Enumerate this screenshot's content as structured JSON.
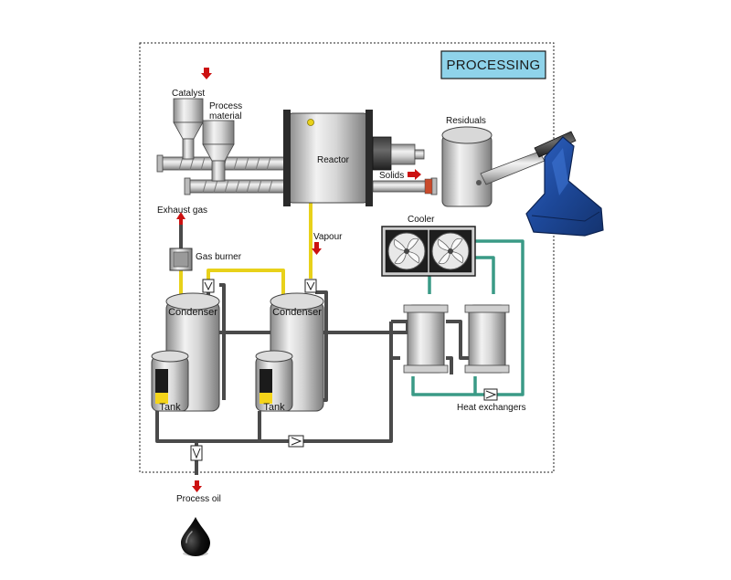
{
  "title": "PROCESSING",
  "labels": {
    "catalyst": "Catalyst",
    "process_material_1": "Process",
    "process_material_2": "material",
    "reactor": "Reactor",
    "residuals": "Residuals",
    "solids": "Solids",
    "exhaust_gas": "Exhaust gas",
    "gas_burner": "Gas burner",
    "vapour": "Vapour",
    "cooler": "Cooler",
    "condenser_1": "Condenser",
    "condenser_2": "Condenser",
    "tank_1": "Tank",
    "tank_2": "Tank",
    "heat_exchangers": "Heat exchangers",
    "process_oil": "Process oil"
  },
  "colors": {
    "steel_light": "#e4e4e4",
    "steel_dark": "#8e8e8e",
    "pipe_dark": "#4a4a4a",
    "pipe_vapour": "#e8d11a",
    "pipe_coolant": "#3a9a86",
    "flow_arrow": "#cc1111",
    "title_box": "#8fd3ea",
    "container_blue": "#1f4fa6",
    "tank_level_yellow": "#f4d41a",
    "tank_level_black": "#1b1b1b"
  }
}
